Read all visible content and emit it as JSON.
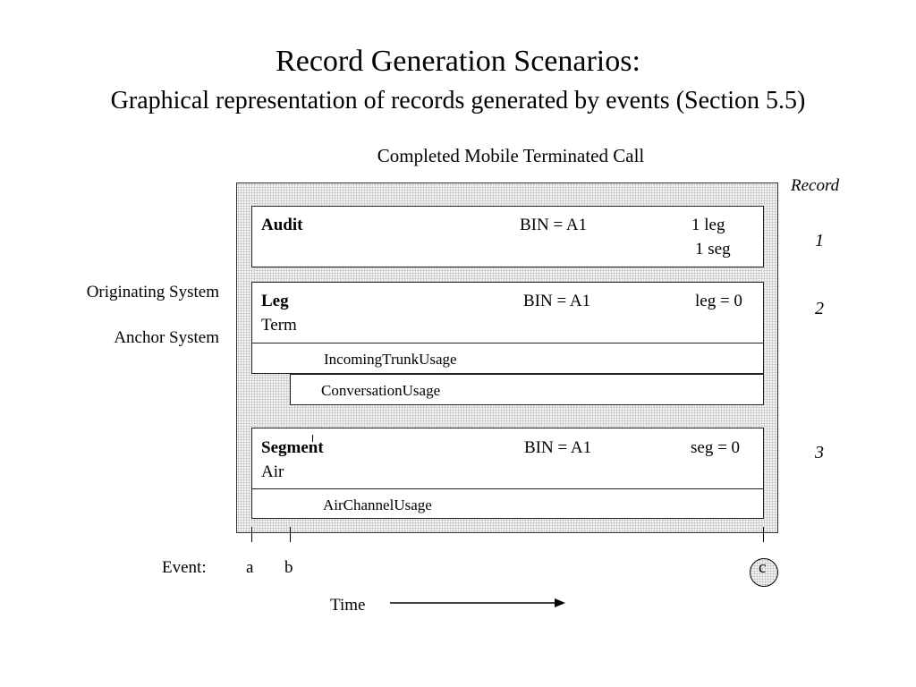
{
  "title": "Record Generation Scenarios:",
  "subtitle": "Graphical representation of records generated by events (Section 5.5)",
  "caption": "Completed Mobile Terminated Call",
  "record_header": "Record",
  "side_labels": {
    "originating": "Originating System",
    "anchor": "Anchor System"
  },
  "records": {
    "audit": {
      "name": "Audit",
      "bin": "BIN = A1",
      "line1": "1 leg",
      "line2": "1 seg",
      "number": "1"
    },
    "leg": {
      "name": "Leg",
      "sub": "Term",
      "bin": "BIN = A1",
      "index": "leg = 0",
      "number": "2",
      "usage1": "IncomingTrunkUsage",
      "usage2": "ConversationUsage"
    },
    "segment": {
      "name": "Segment",
      "sub": "Air",
      "bin": "BIN = A1",
      "index": "seg = 0",
      "number": "3",
      "usage1": "AirChannelUsage"
    }
  },
  "events": {
    "label": "Event:",
    "a": "a",
    "b": "b",
    "c": "c"
  },
  "time_label": "Time"
}
